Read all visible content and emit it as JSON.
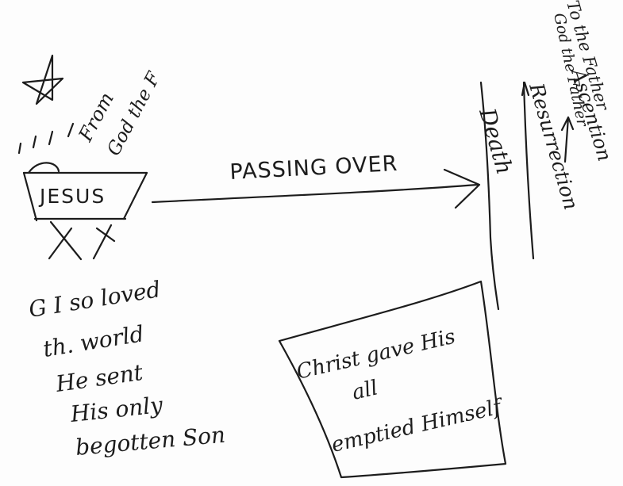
{
  "from_label": [
    "From",
    "God the F"
  ],
  "manger_label": "JESUS",
  "arrow_label": "PASSING OVER",
  "death_label": "Death",
  "resurrection_label": "Resurrection",
  "ascension_label": "Ascention",
  "to_father_label": [
    "To the Father",
    "God the Father"
  ],
  "verse_lines": [
    "G I so loved",
    "th. world",
    "He sent",
    "His only",
    "begotten Son"
  ],
  "box_lines": [
    "Christ gave His",
    "all",
    "emptied Himself"
  ]
}
